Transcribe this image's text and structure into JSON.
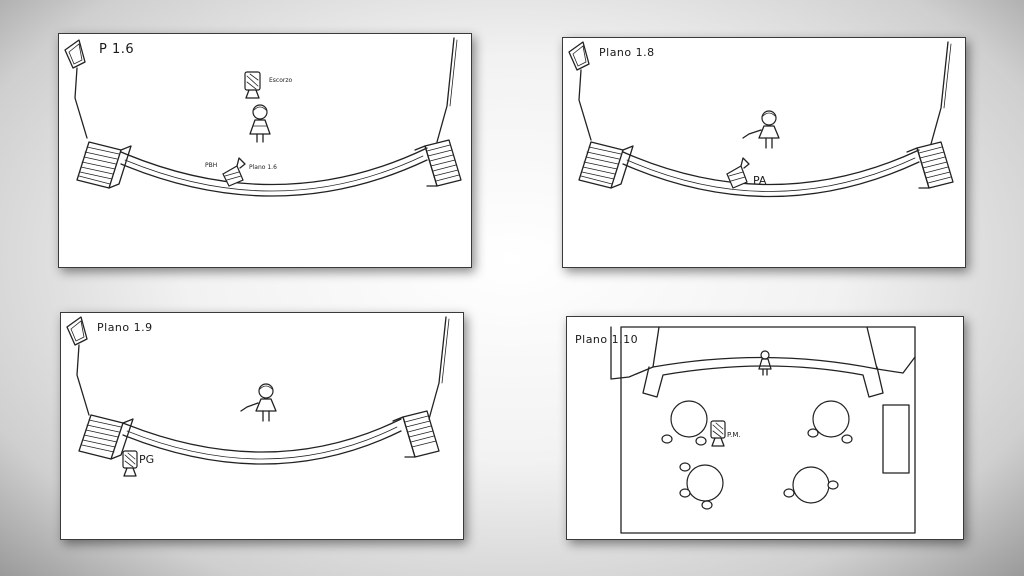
{
  "panels": [
    {
      "title": "P 1.6",
      "annotations": {
        "escorzo": "Escorzo",
        "pbh": "PBH",
        "plano": "Plano 1.6"
      }
    },
    {
      "title": "Plano 1.8",
      "annotations": {
        "pa": "PA"
      }
    },
    {
      "title": "Plano 1.9",
      "annotations": {
        "pg": "PG"
      }
    },
    {
      "title": "Plano 1.10",
      "annotations": {
        "pm": "P.M."
      }
    }
  ]
}
